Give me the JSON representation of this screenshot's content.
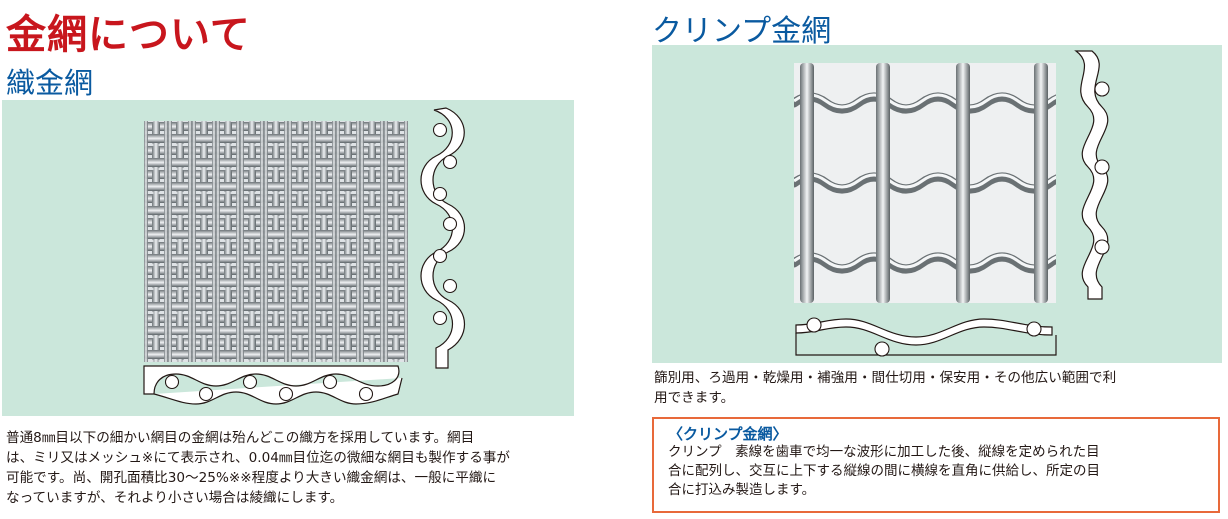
{
  "heading": {
    "main_title": "金網について",
    "left_subtitle": "織金網",
    "right_title": "クリンプ金網"
  },
  "left_description": [
    "普通8㎜目以下の細かい網目の金網は殆んどこの織方を採用しています。網目",
    "は、ミリ又はメッシュ※にて表示され、0.04㎜目位迄の微細な網目も製作する事が",
    "可能です。尚、開孔面積比30～25%※※程度より大きい織金網は、一般に平織に",
    "なっていますが、それより小さい場合は綾織にします。"
  ],
  "right_description": [
    "篩別用、ろ過用・乾燥用・補強用・間仕切用・保安用・その他広い範囲で利",
    "用できます。"
  ],
  "note": {
    "title": "〈クリンプ金網〉",
    "lines": [
      "クリンプ　素線を歯車で均一な波形に加工した後、縦線を定められた目",
      "合に配列し、交互に上下する縦線の間に横線を直角に供給し、所定の目",
      "合に打込み製造します。"
    ]
  },
  "colors": {
    "title_red": "#c8161d",
    "heading_blue": "#0a5aa0",
    "panel_green": "#cbe7db",
    "note_border": "#e8693a"
  }
}
